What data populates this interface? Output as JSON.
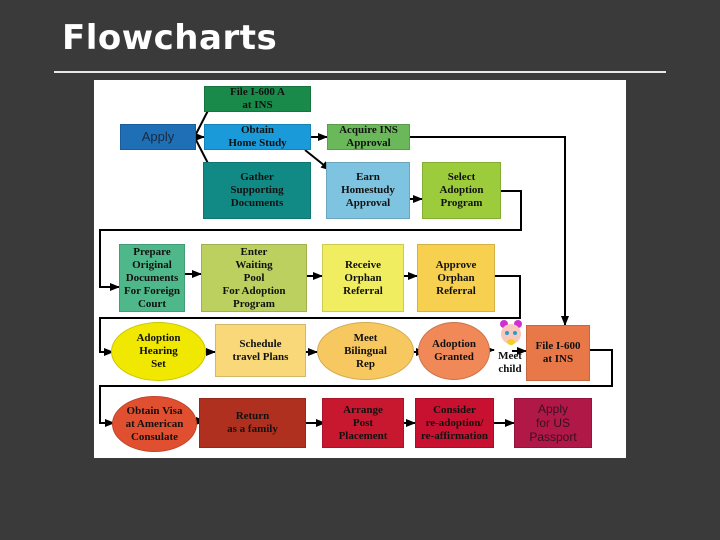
{
  "slide": {
    "title": "Flowcharts"
  },
  "nodes": {
    "apply": "Apply",
    "file_i600a": "File I-600 A\nat INS",
    "obtain_home_study": "Obtain\nHome Study",
    "acquire_ins": "Acquire INS\nApproval",
    "gather_docs": "Gather\nSupporting\nDocuments",
    "earn_homestudy": "Earn\nHomestudy\nApproval",
    "select_program": "Select\nAdoption\nProgram",
    "prepare_docs": "Prepare\nOriginal\nDocuments\nFor Foreign\nCourt",
    "waiting_pool": "Enter\nWaiting\nPool\nFor Adoption\nProgram",
    "receive_referral": "Receive\nOrphan\nReferral",
    "approve_referral": "Approve\nOrphan\nReferral",
    "hearing_set": "Adoption\nHearing\nSet",
    "schedule_travel": "Schedule\ntravel Plans",
    "bilingual_rep": "Meet\nBilingual\nRep",
    "adoption_granted": "Adoption\nGranted",
    "meet_child": "Meet\nchild",
    "file_i600": "File I-600\nat INS",
    "obtain_visa": "Obtain Visa\nat American\nConsulate",
    "return_family": "Return\nas a family",
    "post_placement": "Arrange\nPost\nPlacement",
    "readoption": "Consider\nre-adoption/\nre-affirmation",
    "passport": "Apply\nfor US\nPassport"
  },
  "colors": {
    "background": "#3a3a3a",
    "apply": "#1e6fb5",
    "file_i600a": "#1a8a4a",
    "obtain_home_study": "#1a9ad8",
    "acquire_ins": "#6ab85a",
    "gather_docs": "#118a86",
    "earn_homestudy": "#7ec4e0",
    "select_program": "#9ccc3c",
    "prepare_docs": "#4fb88a",
    "waiting_pool": "#bcd060",
    "receive_referral": "#f0ee60",
    "approve_referral": "#f8d050",
    "hearing_set": "#f0e800",
    "schedule_travel": "#f8d878",
    "bilingual_rep": "#f8c860",
    "adoption_granted": "#f08858",
    "file_i600": "#e87848",
    "obtain_visa": "#e05030",
    "return_family": "#b03020",
    "post_placement": "#c81830",
    "readoption": "#c81030",
    "passport": "#b01848"
  }
}
